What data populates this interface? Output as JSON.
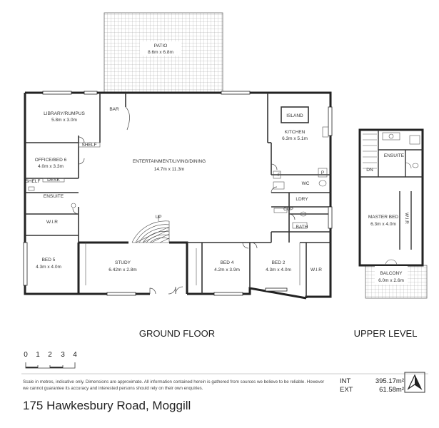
{
  "rooms": {
    "patio": {
      "name": "PATIO",
      "size": "8.6m x 6.8m"
    },
    "library": {
      "name": "LIBRARY/RUMPUS",
      "size": "5.8m x 3.0m"
    },
    "bar": {
      "name": "BAR"
    },
    "island": {
      "name": "ISLAND"
    },
    "kitchen": {
      "name": "KITCHEN",
      "size": "6.3m x 5.1m"
    },
    "shelf": {
      "name": "SHELF"
    },
    "office": {
      "name": "OFFICE/BED 6",
      "size": "4.0m x 3.3m"
    },
    "entertainment": {
      "name": "ENTERTAINMENT/LIVING/DINING",
      "size": "14.7m x 11.3m"
    },
    "desk": {
      "name": "DESK"
    },
    "shelf_small": {
      "name": "SHELF"
    },
    "ensuite_ground": {
      "name": "ENSUITE"
    },
    "wir_ground": {
      "name": "W.I.R"
    },
    "bed5": {
      "name": "BED 5",
      "size": "4.3m x 4.0m"
    },
    "study": {
      "name": "STUDY",
      "size": "6.42m x 2.8m"
    },
    "up": {
      "name": "UP"
    },
    "pantry": {
      "name": "P"
    },
    "fridge": {
      "name": "F"
    },
    "wc": {
      "name": "WC"
    },
    "ldry": {
      "name": "LDRY"
    },
    "cup": {
      "name": "CUP"
    },
    "bath": {
      "name": "BATH"
    },
    "bed4": {
      "name": "BED 4",
      "size": "4.2m x 3.9m"
    },
    "bed2": {
      "name": "BED 2",
      "size": "4.3m x 4.0m"
    },
    "wir_bed2": {
      "name": "W.I.R"
    },
    "ensuite_upper": {
      "name": "ENSUITE"
    },
    "dn": {
      "name": "DN"
    },
    "master_bed": {
      "name": "MASTER BED",
      "size": "6.3m x 4.0m"
    },
    "wir_upper": {
      "name": "W.I.R"
    },
    "balcony": {
      "name": "BALCONY",
      "size": "6.0m x 2.6m"
    }
  },
  "floors": {
    "ground": "GROUND FLOOR",
    "upper": "UPPER LEVEL"
  },
  "scale": {
    "ticks": [
      "0",
      "1",
      "2",
      "3",
      "4"
    ]
  },
  "disclaimer": "Scale in metres, indicative only. Dimensions are approximate. All information contained herein is gathered from sources we believe to be reliable. However we cannot guarantee its accuracy and interested persons should rely on their own enquiries.",
  "areas": {
    "int_label": "INT",
    "int_value": "395.17m²",
    "ext_label": "EXT",
    "ext_value": "61.58m²"
  },
  "address": "175 Hawkesbury Road, Moggill",
  "colors": {
    "wall": "#222222",
    "line": "#555555",
    "text": "#333333"
  }
}
